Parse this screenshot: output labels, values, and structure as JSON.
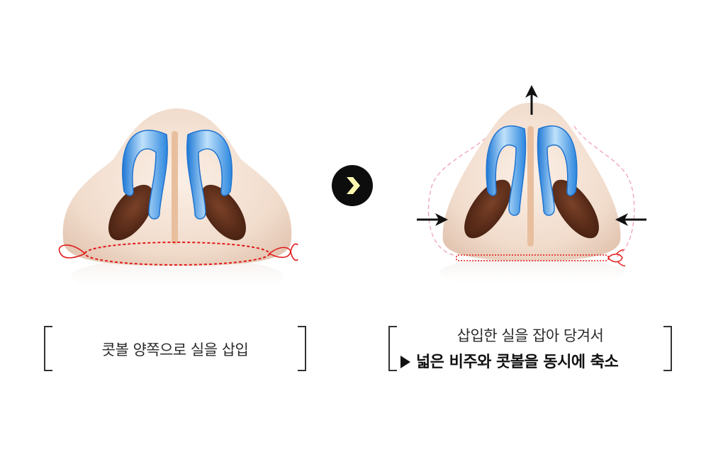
{
  "left_panel": {
    "caption": "콧볼 양쪽으로 실을 삽입",
    "illustration": "nose-base-with-thread-inserted"
  },
  "transition": {
    "icon": "chevron-right-icon",
    "badge_color": "#0d0d0d",
    "chevron_color": "#fdf7b0"
  },
  "right_panel": {
    "caption_line1": "삽입한 실을 잡아 당겨서",
    "caption_line2": "넓은 비주와 콧볼을 동시에 축소",
    "bullet_icon": "play-triangle-icon",
    "illustration": "nose-base-narrowed-with-thread-pulled",
    "arrows": [
      "arrow-up-icon",
      "arrow-right-icon",
      "arrow-left-icon"
    ]
  },
  "colors": {
    "skin": "#f2dccb",
    "cartilage_blue": "#2f8fe0",
    "nostril_brown": "#5a2c18",
    "thread_red": "#e01a1a",
    "outline_pink": "#f2a8bb"
  }
}
